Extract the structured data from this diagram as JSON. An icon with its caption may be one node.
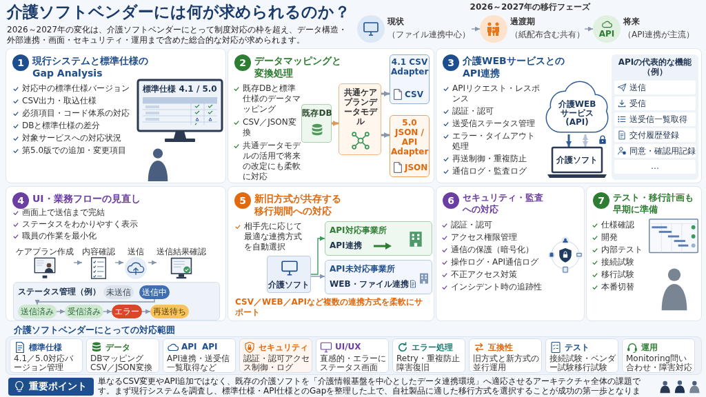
{
  "diagram": {
    "title": "介護ソフトベンダーには何が求められるのか？",
    "nodes": [
      {
        "text": [
          "現状",
          "（ファイル連携中心）"
        ]
      },
      {
        "text": [
          "過渡期",
          "（紙配布含む共有）"
        ]
      },
      {
        "text": [
          "API",
          "将来",
          "（API連携が主流）"
        ]
      },
      {
        "text": [
          "1",
          "現行システムと標準仕様のGap Analysis",
          "対応中の標準仕様バージョン",
          "CSV出力・取込仕様",
          "必須項目・コード体系の対応",
          "DBと標準仕様の差分",
          "対象サービスへの対応状況",
          "第5.0版での追加・変更項目"
        ]
      },
      {
        "text": [
          "標準仕様 4.1 / 5.0"
        ],
        "in": 3
      },
      {
        "text": [
          "2",
          "データマッピングと変換処理",
          "既存DBと標準仕様のデータマッピング",
          "CSV／JSON変換",
          "共通データモデルの活用で将来の改定にも柔軟に対応"
        ]
      },
      {
        "text": [
          "既存DB"
        ],
        "in": 5
      },
      {
        "text": [
          "共通ケアプランデータモデル"
        ],
        "in": 5
      },
      {
        "text": [
          "4.1 CSV Adapter",
          "CSV"
        ],
        "in": 5
      },
      {
        "text": [
          "5.0 JSON / API Adapter",
          "JSON"
        ],
        "in": 5
      },
      {
        "text": [
          "3",
          "介護WEBサービスとのAPI連携",
          "APIリクエスト・レスポンス",
          "認証・認可",
          "送受信ステータス管理",
          "エラー・タイムアウト処理",
          "再送制御・重複防止",
          "通信ログ・監査ログ"
        ]
      },
      {
        "text": [
          "介護WEBサービス(API)"
        ],
        "in": 10
      },
      {
        "text": [
          "介護ソフト"
        ],
        "in": 10
      },
      {
        "text": [
          "APIの代表的な機能（例）"
        ],
        "in": 10
      },
      {
        "text": [
          "送信"
        ],
        "in": 13
      },
      {
        "text": [
          "受信"
        ],
        "in": 13
      },
      {
        "text": [
          "送受信一覧取得"
        ],
        "in": 13
      },
      {
        "text": [
          "交付履歴登録"
        ],
        "in": 13
      },
      {
        "text": [
          "同意・確認用記録"
        ],
        "in": 13
      },
      {
        "text": [
          "…"
        ],
        "in": 13
      },
      {
        "text": [
          "4",
          "UI・業務フローの見直し",
          "画面上で送信まで完結",
          "ステータスをわかりやすく表示",
          "職員の作業を最小化"
        ]
      },
      {
        "text": [
          "ケアプラン作成"
        ],
        "in": 20
      },
      {
        "text": [
          "内容確認"
        ],
        "in": 20
      },
      {
        "text": [
          "送信"
        ],
        "in": 20
      },
      {
        "text": [
          "送信結果確認"
        ],
        "in": 20
      },
      {
        "text": [
          "ステータス管理（例）"
        ],
        "in": 20
      },
      {
        "text": [
          "未送信"
        ],
        "in": 25
      },
      {
        "text": [
          "送信中"
        ],
        "in": 25
      },
      {
        "text": [
          "送信済み"
        ],
        "in": 25
      },
      {
        "text": [
          "受信済み"
        ],
        "in": 25
      },
      {
        "text": [
          "エラー"
        ],
        "in": 25
      },
      {
        "text": [
          "再送待ち"
        ],
        "in": 25
      },
      {
        "text": [
          "5",
          "新旧方式が共存する移行期間への対応",
          "相手先に応じて最適な連携方式を自動選択",
          "CSV／WEB／APIなど複数の連携方式を柔軟にサポート"
        ]
      },
      {
        "text": [
          "介護ソフト"
        ],
        "in": 32
      },
      {
        "text": [
          "API対応事業所",
          "API連携"
        ],
        "in": 32
      },
      {
        "text": [
          "API未対応事業所",
          "WEB・ファイル連携"
        ],
        "in": 32
      },
      {
        "text": [
          "6",
          "セキュリティ・監査への対応",
          "認証・認可",
          "アクセス権限管理",
          "通信の保護（暗号化）",
          "操作ログ・API通信ログ",
          "不正アクセス対策",
          "インシデント時の追跡性"
        ]
      },
      {
        "text": [
          "7",
          "テスト・移行計画も早期に準備",
          "仕様確認",
          "開発",
          "内部テスト",
          "接続試験",
          "移行試験",
          "本番切替"
        ]
      },
      {
        "text": [
          "標準仕様",
          "4.1／5.0対応バージョン管理"
        ]
      },
      {
        "text": [
          "データ",
          "DBマッピングCSV／JSON変換"
        ]
      },
      {
        "text": [
          "API",
          "API",
          "API連携・送受信一覧取得など"
        ]
      },
      {
        "text": [
          "セキュリティ",
          "認証・認可アクセス制御・ログ"
        ]
      },
      {
        "text": [
          "UI/UX",
          "直感的・エラーにステータス画面"
        ]
      },
      {
        "text": [
          "エラー処理",
          "Retry・重複防止障害復旧"
        ]
      },
      {
        "text": [
          "互換性",
          "旧方式と新方式の並行運用"
        ]
      },
      {
        "text": [
          "テスト",
          "接続試験・ベンダー試験移行試験"
        ]
      },
      {
        "text": [
          "運用",
          "Monitoring問い合わせ・障害対応"
        ]
      },
      {
        "text": [
          "重要ポイント"
        ]
      }
    ],
    "edges": [
      {
        "from": 0,
        "to": 1,
        "arrow": "to"
      },
      {
        "from": 1,
        "to": 2,
        "arrow": "to"
      },
      {
        "from": 6,
        "to": 7,
        "arrow": "to",
        "style": "thick",
        "color": "#d99a5b"
      },
      {
        "from": 7,
        "to": 8,
        "arrow": "to",
        "style": "thick"
      },
      {
        "from": 7,
        "to": 9,
        "arrow": "to",
        "style": "thick"
      },
      {
        "from": 11,
        "to": 12,
        "arrow": "to",
        "style": "thick",
        "color": "#2f5c9a"
      },
      {
        "from": 11,
        "to": 12,
        "arrow": "both",
        "style": "thick",
        "color": "#b3c2d6"
      },
      {
        "from": 21,
        "to": 22,
        "arrow": "to"
      },
      {
        "from": 22,
        "to": 23,
        "arrow": "to"
      },
      {
        "from": 23,
        "to": 24,
        "arrow": "to"
      },
      {
        "from": 27,
        "to": 28,
        "arrow": "to"
      },
      {
        "from": 28,
        "to": 29,
        "arrow": "to"
      },
      {
        "from": 29,
        "to": 30,
        "arrow": "to"
      },
      {
        "from": 30,
        "to": 31,
        "arrow": "to"
      },
      {
        "from": 33,
        "to": 34,
        "arrow": "to",
        "color": "#3a9a5b"
      },
      {
        "from": 33,
        "to": 35,
        "arrow": "to"
      }
    ],
    "labels": [
      "2026～2027年の移行フェーズ",
      "2026～2027年の変化は、介護ソフトベンダーにとって制度対応の枠を超え、データ構造・外部連携・画面・セキュリティ・運用まで含めた総合的な対応が求められます。",
      "介護ソフトベンダーにとっての対応範囲",
      "単なるCSV変更やAPI追加ではなく、既存の介護ソフトを「介護情報基盤を中心としたデータ連携環境」へ適応させるアーキテクチャ全体の課題です。まず現行システムを調査し、標準仕様・API仕様とのGapを整理した上で、自社製品に適した移行方式を選択することが成功の第一歩となります。"
    ]
  }
}
